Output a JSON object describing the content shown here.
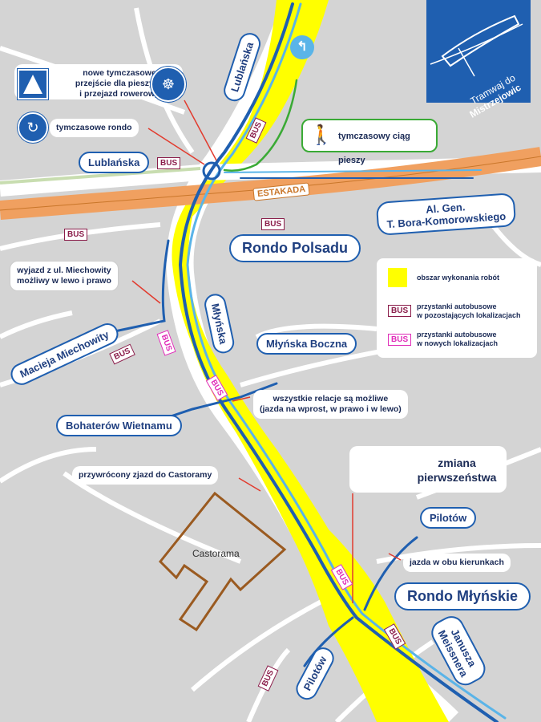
{
  "logo": {
    "line1": "Tramwaj do",
    "line2": "Mistrzejowic"
  },
  "streets": {
    "lublanska_top": "Lublańska",
    "lublanska_left": "Lublańska",
    "bora": "Al. Gen.\nT. Bora-Komorowskiego",
    "bora_line1": "Al. Gen.",
    "bora_line2": "T. Bora-Komorowskiego",
    "rondo_polsadu": "Rondo Polsadu",
    "mlynska": "Młyńska",
    "mlynska_boczna": "Młyńska Boczna",
    "miechowity": "Macieja Miechowity",
    "bohaterow": "Bohaterów Wietnamu",
    "pilotow_right": "Pilotów",
    "pilotow_bottom": "Pilotów",
    "rondo_mlynskie": "Rondo Młyńskie",
    "meissnera_line1": "Janusza",
    "meissnera_line2": "Meissnera"
  },
  "notes": {
    "crossing_line1": "nowe tymczasowe",
    "crossing_line2": "przejście dla pieszych",
    "crossing_line3": "i przejazd rowerowy",
    "rondo": "tymczasowe rondo",
    "pieszy": "tymczasowy ciąg pieszy",
    "miechowity_line1": "wyjazd z ul. Miechowity",
    "miechowity_line2": "możliwy w lewo i prawo",
    "relacje_line1": "wszystkie relacje są możliwe",
    "relacje_line2": "(jazda na wprost, w prawo i w lewo)",
    "castorama_exit": "przywrócony zjazd do Castoramy",
    "priority_line1": "zmiana",
    "priority_line2": "pierwszeństwa",
    "both_dirs": "jazda w obu kierunkach"
  },
  "estakada": "ESTAKADA",
  "castorama": "Castorama",
  "bus_label": "BUS",
  "legend": {
    "works": "obszar wykonania robót",
    "old_line1": "przystanki autobusowe",
    "old_line2": "w pozostających lokalizacjach",
    "new_line1": "przystanki autobusowe",
    "new_line2": "w nowych lokalizacjach"
  },
  "colors": {
    "works_area": "#ffff00",
    "route_dark": "#1f5fb0",
    "route_light": "#5ab4e8",
    "pedestrian": "#3aaa35",
    "estakada": "#f0a060",
    "bus_old": "#8a1d4a",
    "bus_new": "#e02cb8",
    "priority_sign_border": "#e23b2e",
    "priority_sign_fill": "#ffe600"
  }
}
